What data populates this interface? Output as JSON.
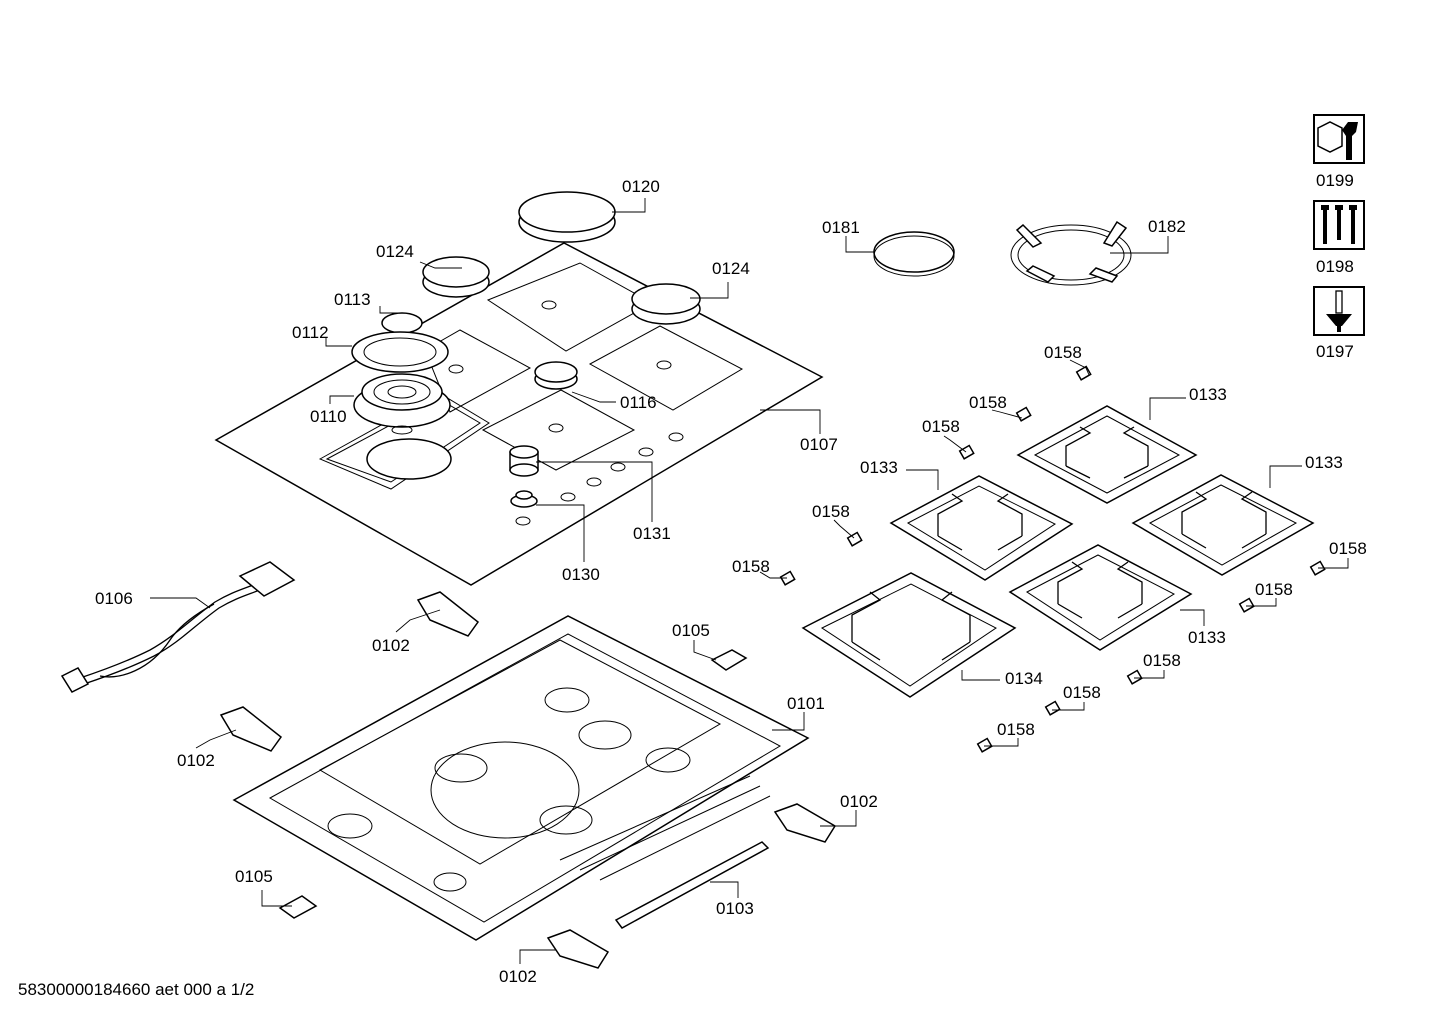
{
  "labels": {
    "l0120": "0120",
    "l0124a": "0124",
    "l0124b": "0124",
    "l0113": "0113",
    "l0112": "0112",
    "l0110": "0110",
    "l0116": "0116",
    "l0107": "0107",
    "l0131": "0131",
    "l0130": "0130",
    "l0181": "0181",
    "l0182": "0182",
    "l0199": "0199",
    "l0198": "0198",
    "l0197": "0197",
    "l0158a": "0158",
    "l0158b": "0158",
    "l0158c": "0158",
    "l0158d": "0158",
    "l0158e": "0158",
    "l0158f": "0158",
    "l0158g": "0158",
    "l0158h": "0158",
    "l0158i": "0158",
    "l0133a": "0133",
    "l0133b": "0133",
    "l0133c": "0133",
    "l0133d": "0133",
    "l0134": "0134",
    "l0106": "0106",
    "l0102a": "0102",
    "l0102b": "0102",
    "l0102c": "0102",
    "l0102d": "0102",
    "l0105a": "0105",
    "l0105b": "0105",
    "l0101": "0101",
    "l0103": "0103"
  },
  "footer": "58300000184660 aet 000 a 1/2",
  "icons": [
    "service-wrench-icon",
    "screws-icon",
    "screwdriver-icon"
  ]
}
